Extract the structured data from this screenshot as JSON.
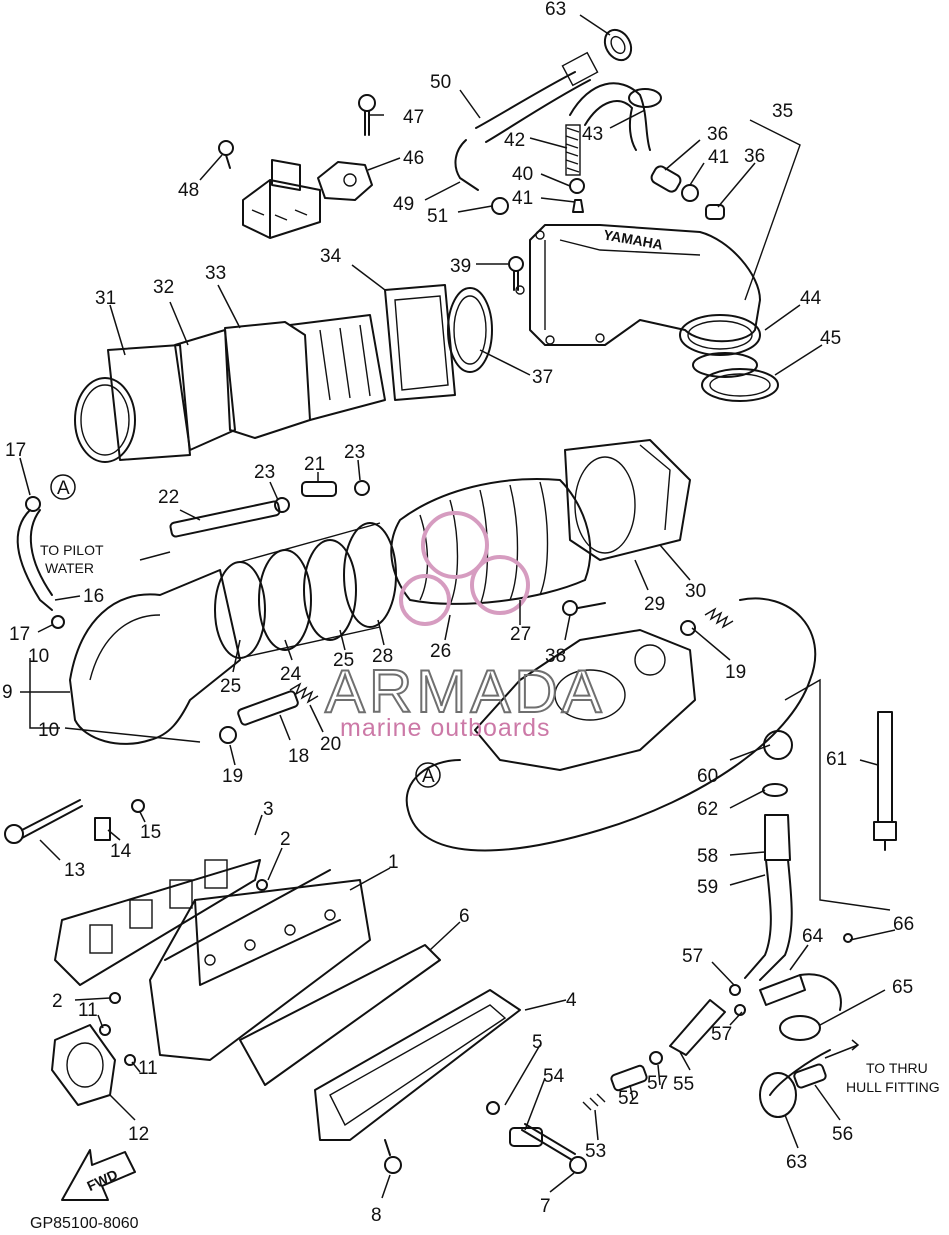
{
  "parts": {
    "p63a": "63",
    "p50": "50",
    "p47": "47",
    "p46": "46",
    "p35": "35",
    "p42": "42",
    "p43": "43",
    "p36a": "36",
    "p36b": "36",
    "p41a": "41",
    "p41b": "41",
    "p40": "40",
    "p48": "48",
    "p49": "49",
    "p51": "51",
    "p39": "39",
    "p34": "34",
    "p31": "31",
    "p32": "32",
    "p33": "33",
    "p44": "44",
    "p45": "45",
    "p37": "37",
    "p17a": "17",
    "p23a": "23",
    "p21": "21",
    "p23b": "23",
    "p22": "22",
    "p16": "16",
    "p17b": "17",
    "p10a": "10",
    "p9": "9",
    "p10b": "10",
    "p25a": "25",
    "p24": "24",
    "p25b": "25",
    "p28": "28",
    "p26": "26",
    "p27": "27",
    "p29": "29",
    "p30": "30",
    "p38": "38",
    "p19a": "19",
    "p19b": "19",
    "p18": "18",
    "p20": "20",
    "p60": "60",
    "p61": "61",
    "p62": "62",
    "p58": "58",
    "p59": "59",
    "p13": "13",
    "p14": "14",
    "p15": "15",
    "p3": "3",
    "p2a": "2",
    "p1": "1",
    "p6": "6",
    "p4": "4",
    "p64": "64",
    "p66": "66",
    "p57a": "57",
    "p65": "65",
    "p2b": "2",
    "p11a": "11",
    "p11b": "11",
    "p5": "5",
    "p57b": "57",
    "p55": "55",
    "p54": "54",
    "p52": "52",
    "p57c": "57",
    "p53": "53",
    "p12": "12",
    "p56": "56",
    "p63b": "63",
    "p8": "8",
    "p7": "7"
  },
  "callouts": {
    "ref_a_top": "A",
    "ref_a_bottom": "A"
  },
  "notes": {
    "to_pilot_water_1": "TO PILOT",
    "to_pilot_water_2": "WATER",
    "to_thru_hull_1": "TO THRU",
    "to_thru_hull_2": "HULL FITTING",
    "fwd": "FWD",
    "yamaha": "YAMAHA"
  },
  "drawing_code": "GP85100-8060",
  "watermark": {
    "brand": "ARMADA",
    "tagline": "marine outboards",
    "accent_color": "#cc79a7"
  }
}
